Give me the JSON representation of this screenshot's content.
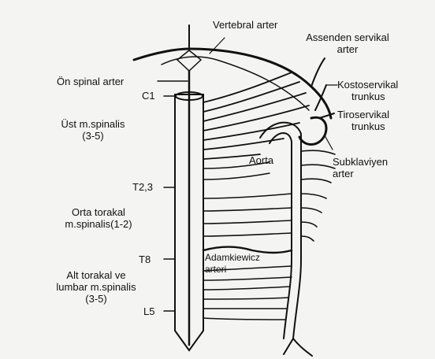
{
  "labels": {
    "vertebral": "Vertebral arter",
    "assenden_1": "Assenden servikal",
    "assenden_2": "arter",
    "on_spinal": "Ön spinal arter",
    "c1": "C1",
    "ust_1": "Üst m.spinalis",
    "ust_2": "(3-5)",
    "kostoservikal_1": "Kostoservikal",
    "kostoservikal_2": "trunkus",
    "tiroservikal_1": "Tiroservikal",
    "tiroservikal_2": "trunkus",
    "aorta": "Aorta",
    "subklaviyen_1": "Subklaviyen",
    "subklaviyen_2": "arter",
    "t23": "T2,3",
    "orta_1": "Orta torakal",
    "orta_2": "m.spinalis(1-2)",
    "t8": "T8",
    "adamkiewicz_1": "Adamkiewicz",
    "adamkiewicz_2": "arteri",
    "alt_1": "Alt torakal ve",
    "alt_2": "lumbar m.spinalis",
    "alt_3": "(3-5)",
    "l5": "L5"
  }
}
